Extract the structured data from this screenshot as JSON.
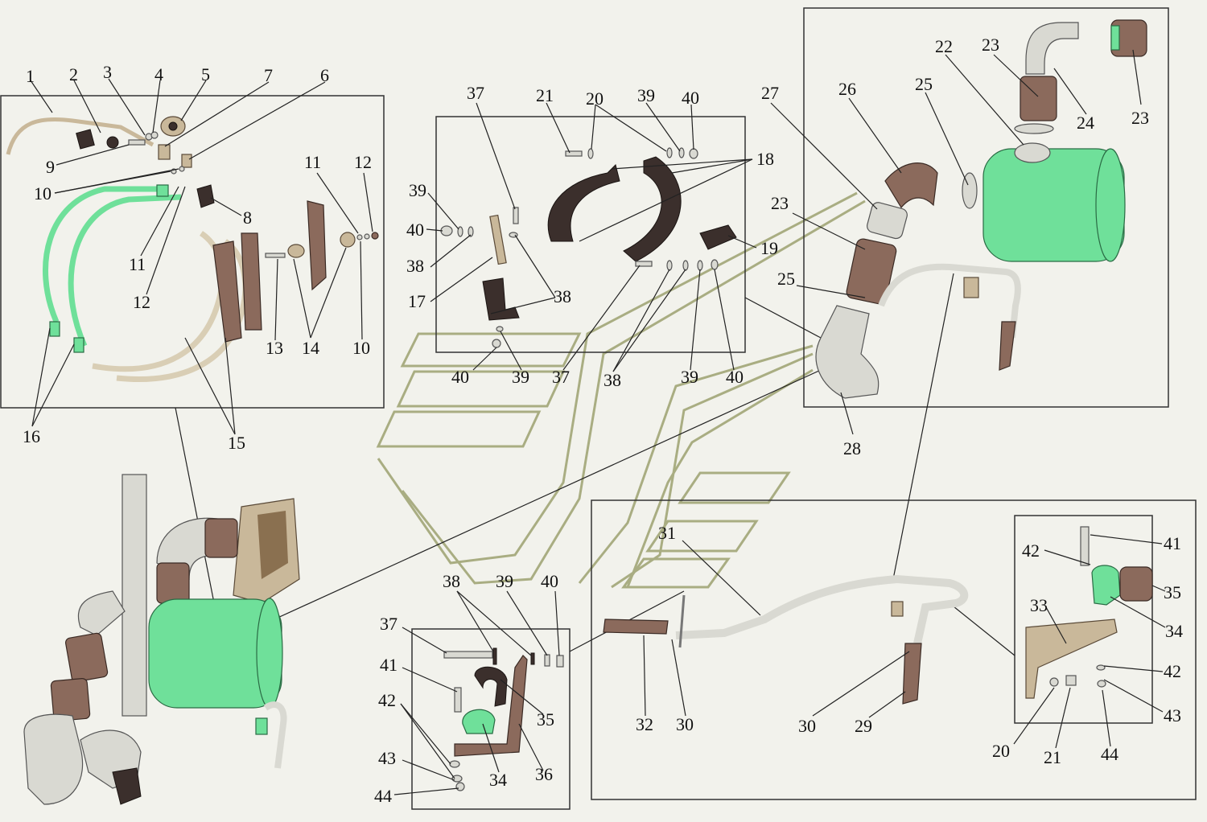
{
  "labels": [
    {
      "id": "1",
      "text": "1"
    },
    {
      "id": "2",
      "text": "2"
    },
    {
      "id": "3",
      "text": "3"
    },
    {
      "id": "4",
      "text": "4"
    },
    {
      "id": "5",
      "text": "5"
    },
    {
      "id": "7",
      "text": "7"
    },
    {
      "id": "6",
      "text": "6"
    },
    {
      "id": "9",
      "text": "9"
    },
    {
      "id": "10a",
      "text": "10"
    },
    {
      "id": "8",
      "text": "8"
    },
    {
      "id": "11a",
      "text": "11"
    },
    {
      "id": "12a",
      "text": "12"
    },
    {
      "id": "11b",
      "text": "11"
    },
    {
      "id": "12b",
      "text": "12"
    },
    {
      "id": "13",
      "text": "13"
    },
    {
      "id": "14",
      "text": "14"
    },
    {
      "id": "10b",
      "text": "10"
    },
    {
      "id": "16",
      "text": "16"
    },
    {
      "id": "15",
      "text": "15"
    },
    {
      "id": "37a",
      "text": "37"
    },
    {
      "id": "21a",
      "text": "21"
    },
    {
      "id": "20a",
      "text": "20"
    },
    {
      "id": "39a",
      "text": "39"
    },
    {
      "id": "40a",
      "text": "40"
    },
    {
      "id": "18",
      "text": "18"
    },
    {
      "id": "39b",
      "text": "39"
    },
    {
      "id": "40b",
      "text": "40"
    },
    {
      "id": "38a",
      "text": "38"
    },
    {
      "id": "17",
      "text": "17"
    },
    {
      "id": "38b",
      "text": "38"
    },
    {
      "id": "19",
      "text": "19"
    },
    {
      "id": "40c",
      "text": "40"
    },
    {
      "id": "39c",
      "text": "39"
    },
    {
      "id": "37b",
      "text": "37"
    },
    {
      "id": "38c",
      "text": "38"
    },
    {
      "id": "39d",
      "text": "39"
    },
    {
      "id": "40d",
      "text": "40"
    },
    {
      "id": "27",
      "text": "27"
    },
    {
      "id": "26",
      "text": "26"
    },
    {
      "id": "22",
      "text": "22"
    },
    {
      "id": "23a",
      "text": "23"
    },
    {
      "id": "25a",
      "text": "25"
    },
    {
      "id": "24",
      "text": "24"
    },
    {
      "id": "23b",
      "text": "23"
    },
    {
      "id": "23c",
      "text": "23"
    },
    {
      "id": "25b",
      "text": "25"
    },
    {
      "id": "28",
      "text": "28"
    },
    {
      "id": "31",
      "text": "31"
    },
    {
      "id": "32",
      "text": "32"
    },
    {
      "id": "30a",
      "text": "30"
    },
    {
      "id": "30b",
      "text": "30"
    },
    {
      "id": "29",
      "text": "29"
    },
    {
      "id": "42a",
      "text": "42"
    },
    {
      "id": "41a",
      "text": "41"
    },
    {
      "id": "35a",
      "text": "35"
    },
    {
      "id": "33",
      "text": "33"
    },
    {
      "id": "34a",
      "text": "34"
    },
    {
      "id": "42b",
      "text": "42"
    },
    {
      "id": "43a",
      "text": "43"
    },
    {
      "id": "20b",
      "text": "20"
    },
    {
      "id": "21b",
      "text": "21"
    },
    {
      "id": "44a",
      "text": "44"
    },
    {
      "id": "38d",
      "text": "38"
    },
    {
      "id": "39e",
      "text": "39"
    },
    {
      "id": "40e",
      "text": "40"
    },
    {
      "id": "37c",
      "text": "37"
    },
    {
      "id": "41b",
      "text": "41"
    },
    {
      "id": "42c",
      "text": "42"
    },
    {
      "id": "35b",
      "text": "35"
    },
    {
      "id": "43b",
      "text": "43"
    },
    {
      "id": "34b",
      "text": "34"
    },
    {
      "id": "36",
      "text": "36"
    },
    {
      "id": "44b",
      "text": "44"
    }
  ],
  "colors": {
    "green": "#6fe09a",
    "brown": "#8b6a5c",
    "metal": "#d9d9d2",
    "flow": "#a9ad82",
    "background": "#f2f2ec"
  }
}
